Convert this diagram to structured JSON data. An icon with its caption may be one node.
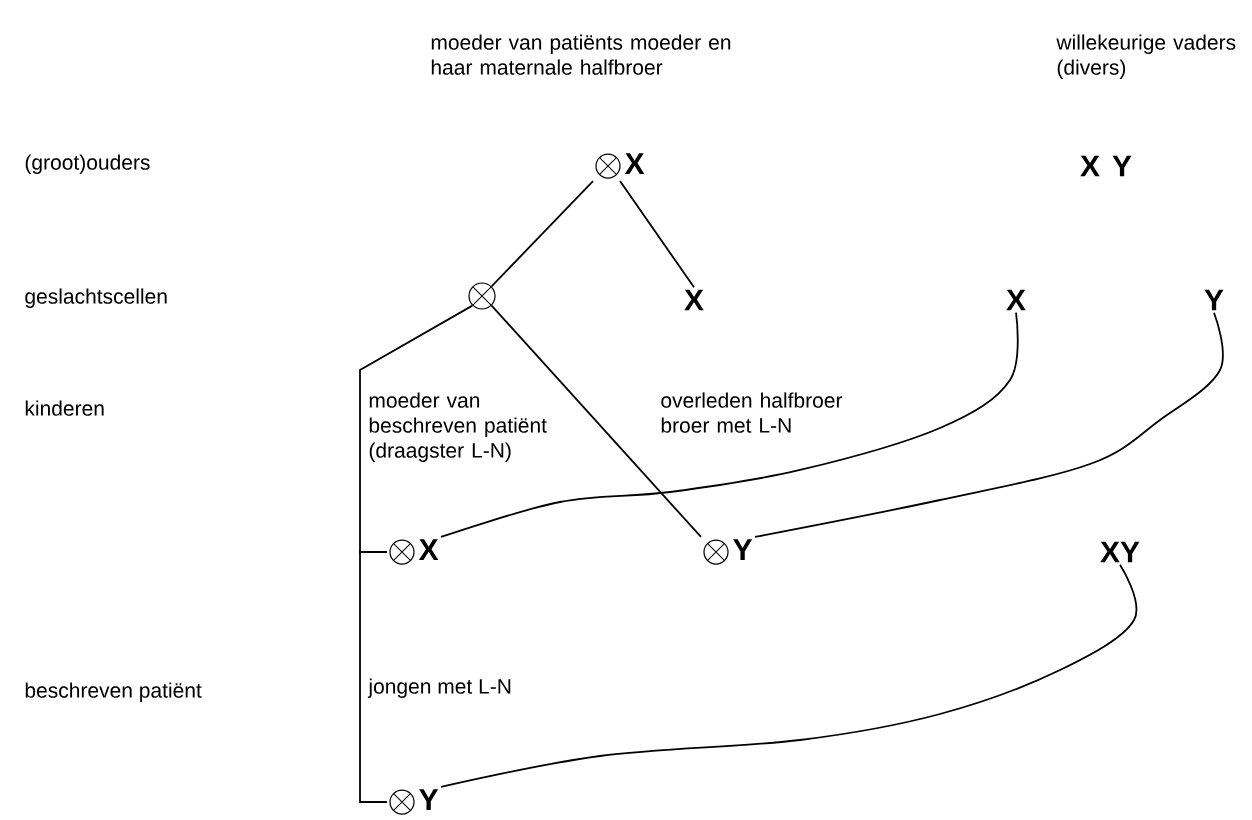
{
  "diagram": {
    "nodes": [
      {
        "text": [
          "X"
        ]
      },
      {
        "text": [
          "X",
          "Y"
        ]
      },
      {
        "text": [],
        "shape": "circle"
      },
      {
        "text": [
          "X"
        ]
      },
      {
        "text": [
          "X"
        ]
      },
      {
        "text": [
          "Y"
        ]
      },
      {
        "text": [
          "X"
        ]
      },
      {
        "text": [
          "Y"
        ]
      },
      {
        "text": [
          "XY"
        ]
      },
      {
        "text": [
          "Y"
        ]
      }
    ],
    "edges": [
      {
        "from": 0,
        "to": 2,
        "arrow": "none"
      },
      {
        "from": 0,
        "to": 3,
        "arrow": "none"
      },
      {
        "from": 2,
        "to": 6,
        "arrow": "none"
      },
      {
        "from": 2,
        "to": 7,
        "arrow": "none"
      },
      {
        "from": 4,
        "to": 6,
        "arrow": "none"
      },
      {
        "from": 5,
        "to": 7,
        "arrow": "none"
      },
      {
        "from": 6,
        "to": 9,
        "arrow": "none"
      },
      {
        "from": 8,
        "to": 9,
        "arrow": "none"
      }
    ],
    "labels": [
      "moeder van patiënts moeder en haar maternale halfbroer",
      "willekeurige vaders (divers)",
      "(groot)ouders",
      "geslachtscellen",
      "kinderen",
      "moeder van beschreven patiënt (draagster L-N)",
      "overleden halfbroer broer met L-N",
      "beschreven patiënt",
      "jongen met L-N"
    ]
  }
}
